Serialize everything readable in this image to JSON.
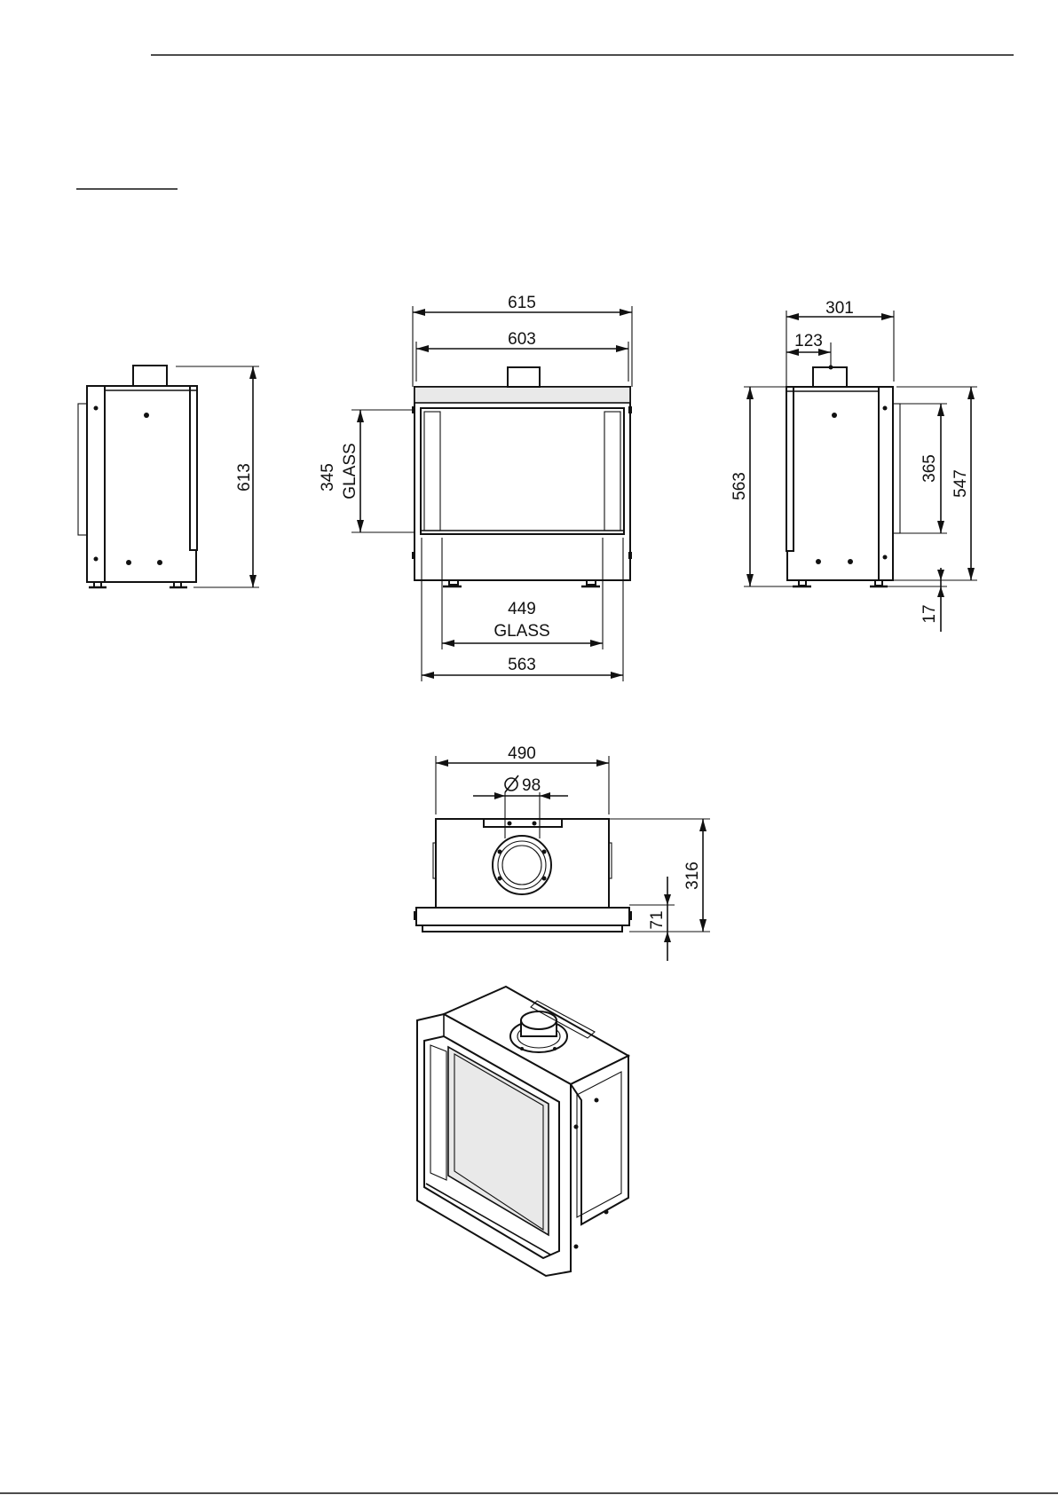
{
  "dimensions": {
    "side_left": {
      "height": "613"
    },
    "front": {
      "outer_width": "615",
      "inner_width": "603",
      "glass_height": "345",
      "glass_height_label": "GLASS",
      "glass_width": "449",
      "glass_width_label": "GLASS",
      "base_width": "563"
    },
    "side_right": {
      "depth": "301",
      "flue_offset": "123",
      "height_total": "563",
      "opening_height": "365",
      "frame_height": "547",
      "foot_height": "17"
    },
    "top": {
      "width": "490",
      "flue_diameter": "98",
      "depth": "316",
      "frame_depth": "71"
    }
  },
  "icons": {
    "diameter": "diameter-symbol-icon"
  }
}
